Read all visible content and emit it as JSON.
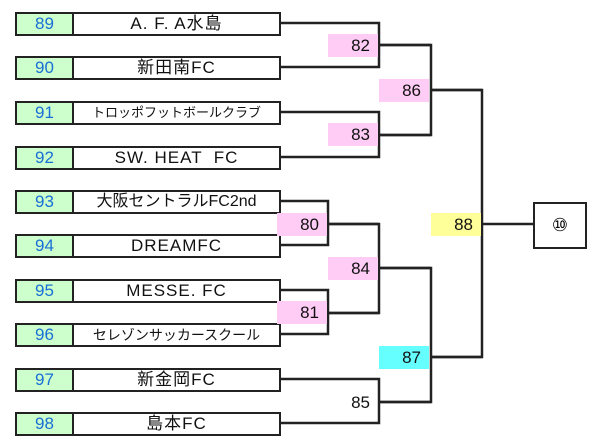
{
  "teams": [
    {
      "num": "89",
      "name": "A. F. A水島"
    },
    {
      "num": "90",
      "name": "新田南FC"
    },
    {
      "num": "91",
      "name": "トロッポフットボールクラブ"
    },
    {
      "num": "92",
      "name": "SW. HEAT  FC"
    },
    {
      "num": "93",
      "name": "大阪セントラルFC2nd"
    },
    {
      "num": "94",
      "name": "DREAMFC"
    },
    {
      "num": "95",
      "name": "MESSE. FC"
    },
    {
      "num": "96",
      "name": "セレゾンサッカースクール"
    },
    {
      "num": "97",
      "name": "新金岡FC"
    },
    {
      "num": "98",
      "name": "島本FC"
    }
  ],
  "matches": {
    "m80": "80",
    "m81": "81",
    "m82": "82",
    "m83": "83",
    "m84": "84",
    "m85": "85",
    "m86": "86",
    "m87": "87",
    "m88": "88"
  },
  "final_slot": "⑩",
  "colors": {
    "pink": "#ffccf5",
    "yellow": "#ffff99",
    "cyan": "#66ffff",
    "green": "#ccffcc",
    "number_blue": "#1a6fd6"
  }
}
